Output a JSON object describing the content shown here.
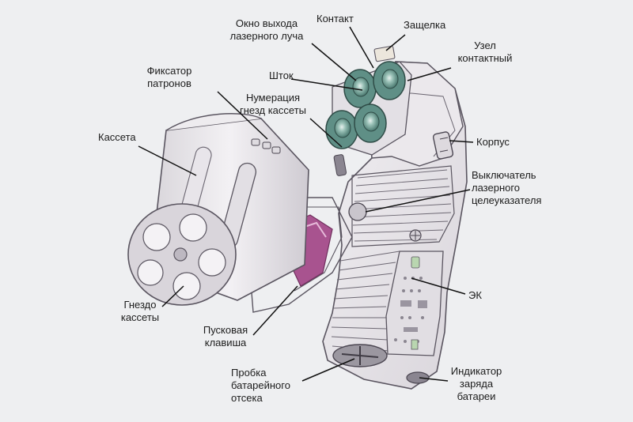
{
  "labels": {
    "okno": [
      "Окно выхода",
      "лазерного луча"
    ],
    "kontakt": [
      "Контакт"
    ],
    "zashchelka": [
      "Защелка"
    ],
    "uzel": [
      "Узел",
      "контактный"
    ],
    "fiksator": [
      "Фиксатор",
      "патронов"
    ],
    "shtok": [
      "Шток"
    ],
    "numeratsiya": [
      "Нумерация",
      "гнезд кассеты"
    ],
    "kasseta": [
      "Кассета"
    ],
    "korpus": [
      "Корпус"
    ],
    "vyklyuchatel": [
      "Выключатель",
      "лазерного",
      "целеуказателя"
    ],
    "ek": [
      "ЭК"
    ],
    "gnezdo": [
      "Гнездо",
      "кассеты"
    ],
    "puskovaya": [
      "Пусковая",
      "клавиша"
    ],
    "probka": [
      "Пробка",
      "батарейного",
      "отсека"
    ],
    "indikator": [
      "Индикатор",
      "заряда",
      "батареи"
    ]
  },
  "colors": {
    "body_fill": "#e7e4e8",
    "outline": "#5a5560",
    "lens": "#5f8f86",
    "trigger": "#a8538f",
    "leader": "#111111"
  }
}
